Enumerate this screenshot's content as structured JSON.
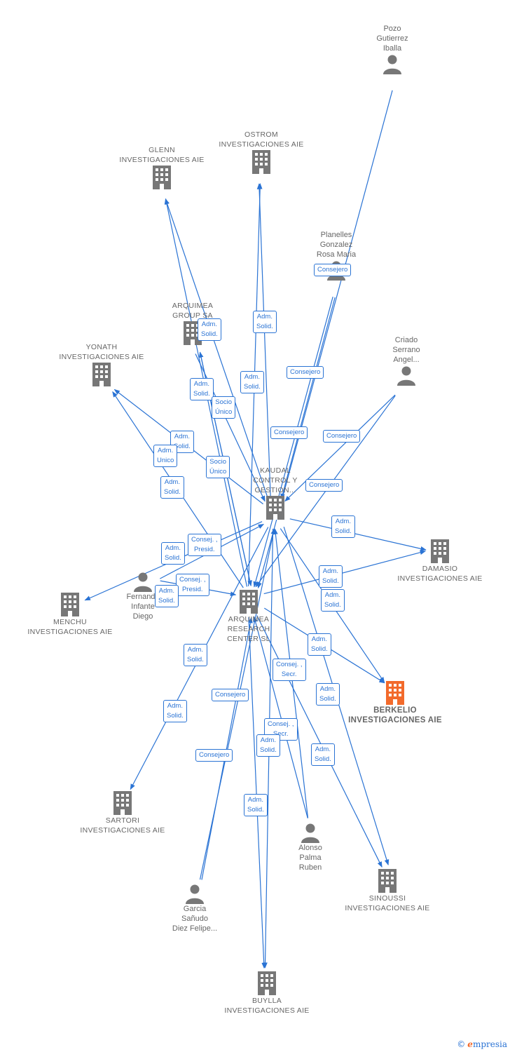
{
  "colors": {
    "edge": "#2a73d4",
    "node": "#777777",
    "target": "#f26a2b"
  },
  "nodes": [
    {
      "id": "pozo",
      "type": "person",
      "label": "Pozo\nGutierrez\nIballa"
    },
    {
      "id": "ostrom",
      "type": "company",
      "label": "OSTROM\nINVESTIGACIONES AIE"
    },
    {
      "id": "glenn",
      "type": "company",
      "label": "GLENN\nINVESTIGACIONES AIE"
    },
    {
      "id": "planelles",
      "type": "person",
      "label": "Planelles\nGonzalez\nRosa Maria"
    },
    {
      "id": "arquimea_group",
      "type": "company",
      "label": "ARQUIMEA\nGROUP SA"
    },
    {
      "id": "yonath",
      "type": "company",
      "label": "YONATH\nINVESTIGACIONES AIE"
    },
    {
      "id": "criado",
      "type": "person",
      "label": "Criado\nSerrano\nAngel..."
    },
    {
      "id": "kaudal",
      "type": "company",
      "label": "KAUDAL\nCONTROL Y\nGESTION..."
    },
    {
      "id": "damasio",
      "type": "company",
      "label": "DAMASIO\nINVESTIGACIONES AIE"
    },
    {
      "id": "fernando",
      "type": "person",
      "label": "Fernando\nInfante\nDiego"
    },
    {
      "id": "menchu",
      "type": "company",
      "label": "MENCHU\nINVESTIGACIONES AIE"
    },
    {
      "id": "arquimea_rc",
      "type": "company",
      "label": "ARQUIMEA\nRESEARCH\nCENTER SL"
    },
    {
      "id": "berkelio",
      "type": "target",
      "label": "BERKELIO\nINVESTIGACIONES AIE"
    },
    {
      "id": "sartori",
      "type": "company",
      "label": "SARTORI\nINVESTIGACIONES AIE"
    },
    {
      "id": "alonso",
      "type": "person",
      "label": "Alonso\nPalma\nRuben"
    },
    {
      "id": "sinoussi",
      "type": "company",
      "label": "SINOUSSI\nINVESTIGACIONES AIE"
    },
    {
      "id": "garcia",
      "type": "person",
      "label": "Garcia\nSañudo\nDiez Felipe..."
    },
    {
      "id": "buylla",
      "type": "company",
      "label": "BUYLLA\nINVESTIGACIONES AIE"
    }
  ],
  "edge_labels": [
    "Consejero",
    "Adm.\nSolid.",
    "Adm.\nSolid.",
    "Consejero",
    "Adm.\nSolid.",
    "Adm.\nSolid.",
    "Socio\nÚnico",
    "Consejero",
    "Consejero",
    "Adm.\nSolid.",
    "Adm.\nUnico",
    "Socio\nÚnico",
    "Consejero",
    "Adm.\nSolid.",
    "Adm.\nSolid.",
    "Consej. ,\nPresid.",
    "Adm.\nSolid.",
    "Consej. ,\nPresid.",
    "Adm.\nSolid.",
    "Adm.\nSolid.",
    "Adm.\nSolid.",
    "Adm.\nSolid.",
    "Adm.\nSolid.",
    "Consej. ,\nSecr.",
    "Consejero",
    "Adm.\nSolid.",
    "Adm.\nSolid.",
    "Consej. ,\nSecr.",
    "Adm.\nSolid.",
    "Consejero",
    "Adm.\nSolid.",
    "Adm.\nSolid."
  ],
  "edges": [
    {
      "from": "pozo",
      "to": "arquimea_rc"
    },
    {
      "from": "planelles",
      "to": "kaudal"
    },
    {
      "from": "planelles",
      "to": "arquimea_rc"
    },
    {
      "from": "criado",
      "to": "kaudal"
    },
    {
      "from": "criado",
      "to": "arquimea_rc"
    },
    {
      "from": "kaudal",
      "to": "ostrom"
    },
    {
      "from": "kaudal",
      "to": "glenn"
    },
    {
      "from": "kaudal",
      "to": "yonath"
    },
    {
      "from": "kaudal",
      "to": "damasio"
    },
    {
      "from": "kaudal",
      "to": "berkelio"
    },
    {
      "from": "kaudal",
      "to": "sinoussi"
    },
    {
      "from": "kaudal",
      "to": "menchu"
    },
    {
      "from": "kaudal",
      "to": "sartori"
    },
    {
      "from": "kaudal",
      "to": "buylla"
    },
    {
      "from": "arquimea_group",
      "to": "kaudal"
    },
    {
      "from": "arquimea_group",
      "to": "arquimea_rc"
    },
    {
      "from": "arquimea_rc",
      "to": "ostrom"
    },
    {
      "from": "arquimea_rc",
      "to": "glenn"
    },
    {
      "from": "arquimea_rc",
      "to": "yonath"
    },
    {
      "from": "arquimea_rc",
      "to": "arquimea_group"
    },
    {
      "from": "arquimea_rc",
      "to": "damasio"
    },
    {
      "from": "arquimea_rc",
      "to": "berkelio"
    },
    {
      "from": "arquimea_rc",
      "to": "sinoussi"
    },
    {
      "from": "arquimea_rc",
      "to": "buylla"
    },
    {
      "from": "fernando",
      "to": "kaudal"
    },
    {
      "from": "fernando",
      "to": "arquimea_rc"
    },
    {
      "from": "alonso",
      "to": "kaudal"
    },
    {
      "from": "alonso",
      "to": "arquimea_rc"
    },
    {
      "from": "garcia",
      "to": "kaudal"
    },
    {
      "from": "garcia",
      "to": "arquimea_rc"
    }
  ],
  "brand": {
    "copyright": "©",
    "initial": "e",
    "rest": "mpresia"
  }
}
